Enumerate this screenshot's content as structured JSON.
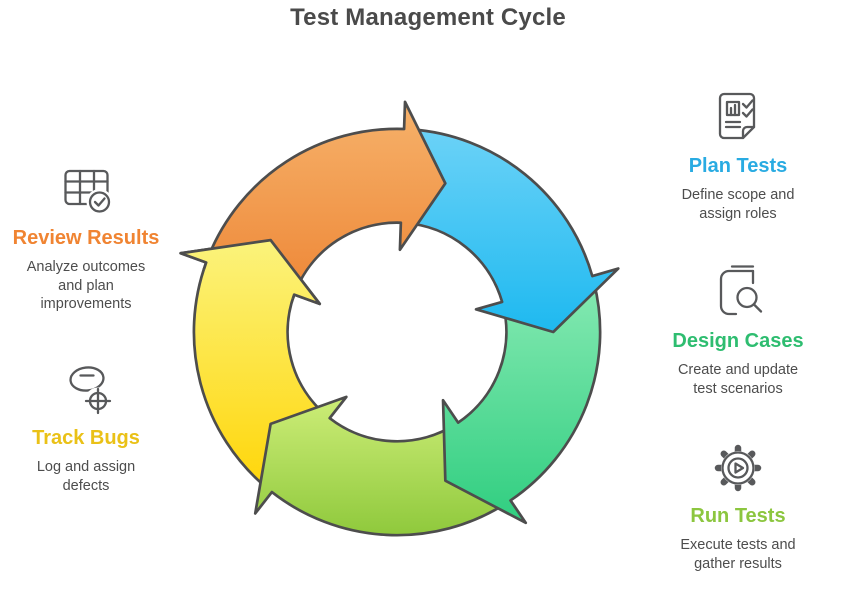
{
  "title": "Test Management Cycle",
  "steps": [
    {
      "label": "Plan Tests",
      "description": "Define scope and\nassign roles",
      "color": "#29ABE2",
      "icon": "document-checklist-icon"
    },
    {
      "label": "Design Cases",
      "description": "Create and update\ntest scenarios",
      "color": "#2EBD70",
      "icon": "book-magnifier-icon"
    },
    {
      "label": "Run Tests",
      "description": "Execute tests and\ngather results",
      "color": "#8CC63F",
      "icon": "gear-play-icon"
    },
    {
      "label": "Review Results",
      "description": "Analyze outcomes\nand plan\nimprovements",
      "color": "#F08432",
      "icon": "table-check-icon"
    },
    {
      "label": "Track Bugs",
      "description": "Log and assign\ndefects",
      "color": "#EAC117",
      "icon": "bug-crosshair-icon"
    }
  ],
  "cycle": {
    "direction": "clockwise",
    "arrows": [
      {
        "name": "review-results",
        "position": "top-left",
        "color": "#F19A51"
      },
      {
        "name": "plan-tests",
        "position": "top-right",
        "color": "#29C1F0"
      },
      {
        "name": "design-cases",
        "position": "right",
        "color": "#44D98E"
      },
      {
        "name": "run-tests",
        "position": "bottom",
        "color": "#9FD64A"
      },
      {
        "name": "track-bugs",
        "position": "left",
        "color": "#FFDD33"
      }
    ]
  },
  "colors": {
    "title": "#4A4A4A",
    "description": "#4D4D4D",
    "arrow_outline": "#4D4D4D",
    "icon_stroke": "#58595B"
  }
}
